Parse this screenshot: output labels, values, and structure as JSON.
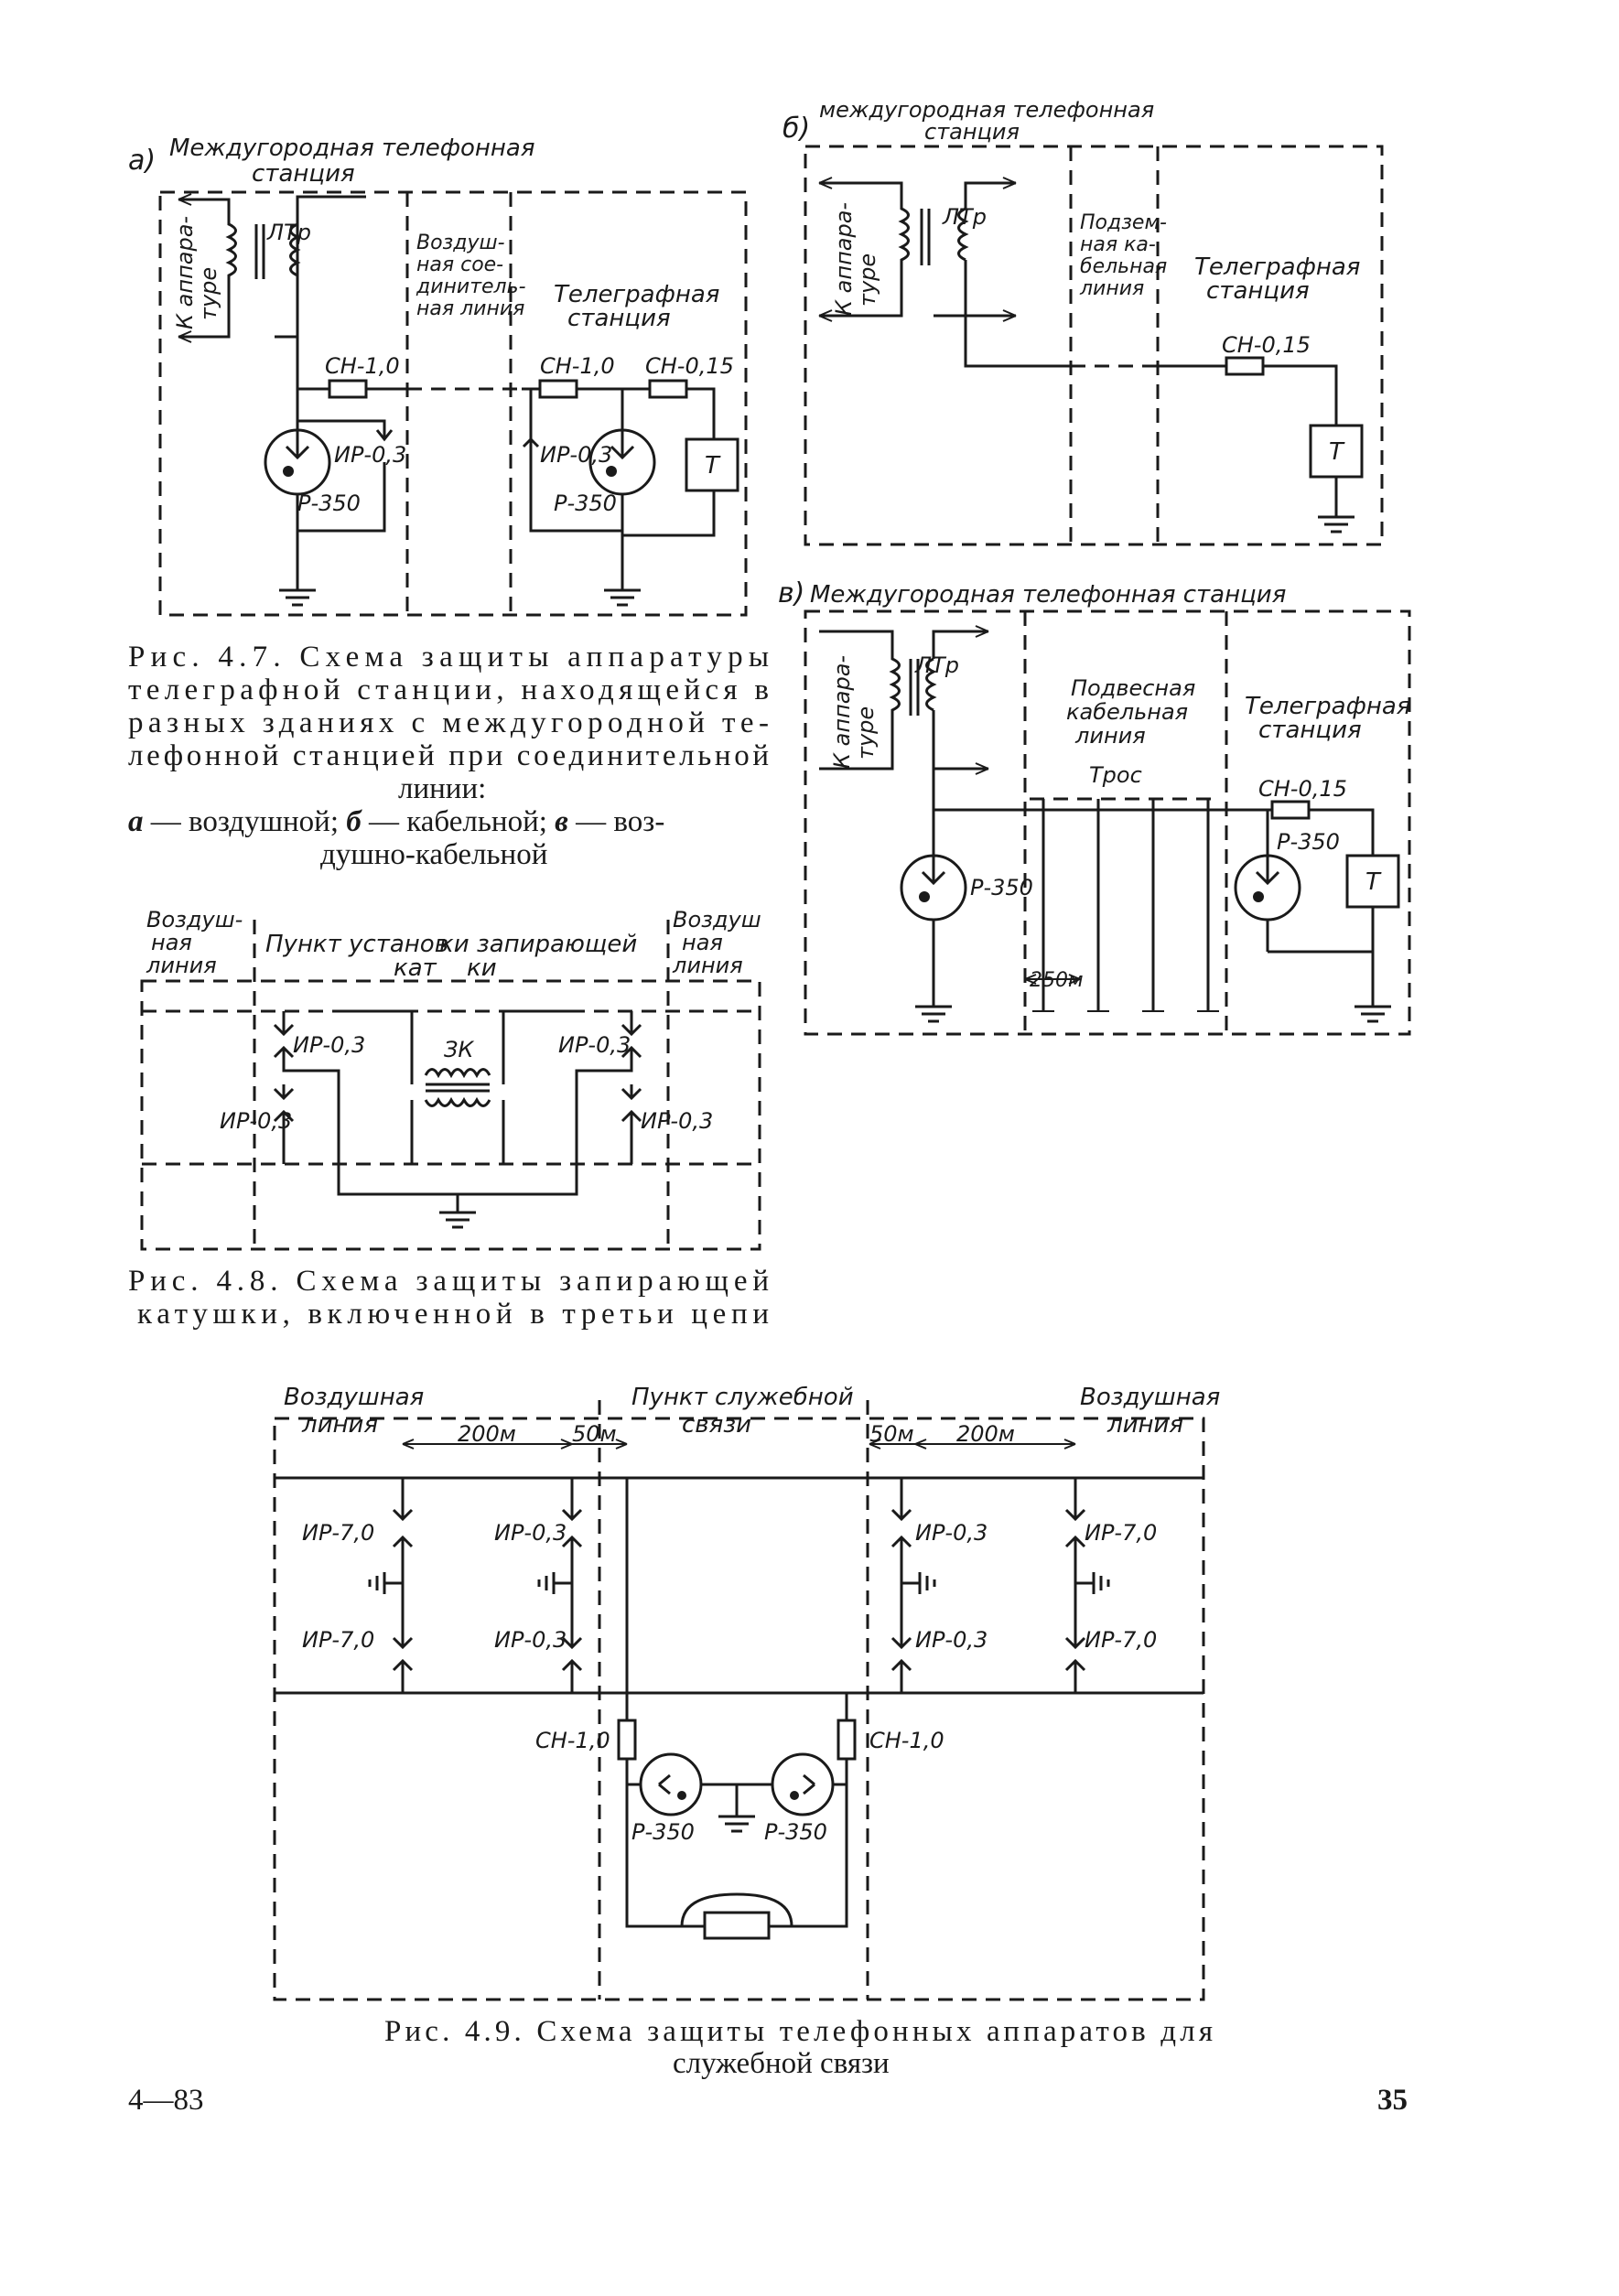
{
  "fig47": {
    "a": {
      "letter": "а)",
      "title1": "Междугородная телефонная",
      "title2": "станция",
      "side": [
        "К аппара-",
        "туре"
      ],
      "ltr": "ЛТр",
      "line": [
        "Воздуш-",
        "ная сое-",
        "динитель-",
        "ная линия"
      ],
      "station": [
        "Телеграфная",
        "станция"
      ],
      "sn1": "СН-1,0",
      "sn2": "СН-1,0",
      "sn3": "СН-0,15",
      "ir1": "ИР-0,3",
      "ir2": "ИР-0,3",
      "r1": "Р-350",
      "r2": "Р-350",
      "t": "Т"
    },
    "b": {
      "letter": "б)",
      "title1": "междугородная телефонная",
      "title2": "станция",
      "side": [
        "К аппара-",
        "туре"
      ],
      "ltr": "ЛТр",
      "line": [
        "Подзем-",
        "ная ка-",
        "бельная",
        "линия"
      ],
      "station": [
        "Телеграфная",
        "станция"
      ],
      "sn": "СН-0,15",
      "t": "Т"
    },
    "c": {
      "letter": "в)",
      "title": "Междугородная телефонная станция",
      "side": [
        "К аппара-",
        "туре"
      ],
      "ltr": "ЛТр",
      "line": [
        "Подвесная",
        "кабельная",
        "линия"
      ],
      "station": [
        "Телеграфная",
        "станция"
      ],
      "tros": "Трос",
      "sn": "СН-0,15",
      "r1": "Р-350",
      "r2": "Р-350",
      "dist": "250м",
      "t": "Т"
    },
    "caption": [
      "Рис. 4.7. Схема защиты аппаратуры",
      "телеграфной станции, находящейся в",
      "разных зданиях с междугородной те-",
      "лефонной станцией при соединительной",
      "линии:"
    ],
    "legend_a": "а",
    "legend_a_text": " — воздушной; ",
    "legend_b": "б",
    "legend_b_text": " — кабельной; ",
    "legend_c": "в",
    "legend_c_text": " — воз-",
    "legend_tail": "душно-кабельной"
  },
  "fig48": {
    "left": [
      "Воздуш-",
      "ная",
      "линия"
    ],
    "center": [
      "Пункт установ",
      "ки запирающей",
      "кат",
      "ки"
    ],
    "right": [
      "Воздуш",
      "ная",
      "линия"
    ],
    "ir": [
      "ИР-0,3",
      "ИР-0,3",
      "ИР-0,3",
      "ИР-0,3"
    ],
    "zk": "ЗК",
    "caption": [
      "Рис. 4.8. Схема защиты запирающей",
      "катушки, включенной в третьи цепи"
    ]
  },
  "fig49": {
    "left": [
      "Воздушная",
      "линия"
    ],
    "center": [
      "Пункт служебной",
      "связи"
    ],
    "right": [
      "Воздушная",
      "линия"
    ],
    "d1": "200м",
    "d2": "50м",
    "d3": "50м",
    "d4": "200м",
    "ir_top": [
      "ИР-7,0",
      "ИР-0,3",
      "ИР-0,3",
      "ИР-7,0"
    ],
    "ir_bot": [
      "ИР-7,0",
      "ИР-0,3",
      "ИР-0,3",
      "ИР-7,0"
    ],
    "sn_l": "СН-1,0",
    "sn_r": "СН-1,0",
    "r_l": "Р-350",
    "r_r": "Р-350",
    "caption": [
      "Рис. 4.9. Схема защиты телефонных аппаратов для",
      "служебной связи"
    ]
  },
  "footer": {
    "left": "4—83",
    "right": "35"
  }
}
